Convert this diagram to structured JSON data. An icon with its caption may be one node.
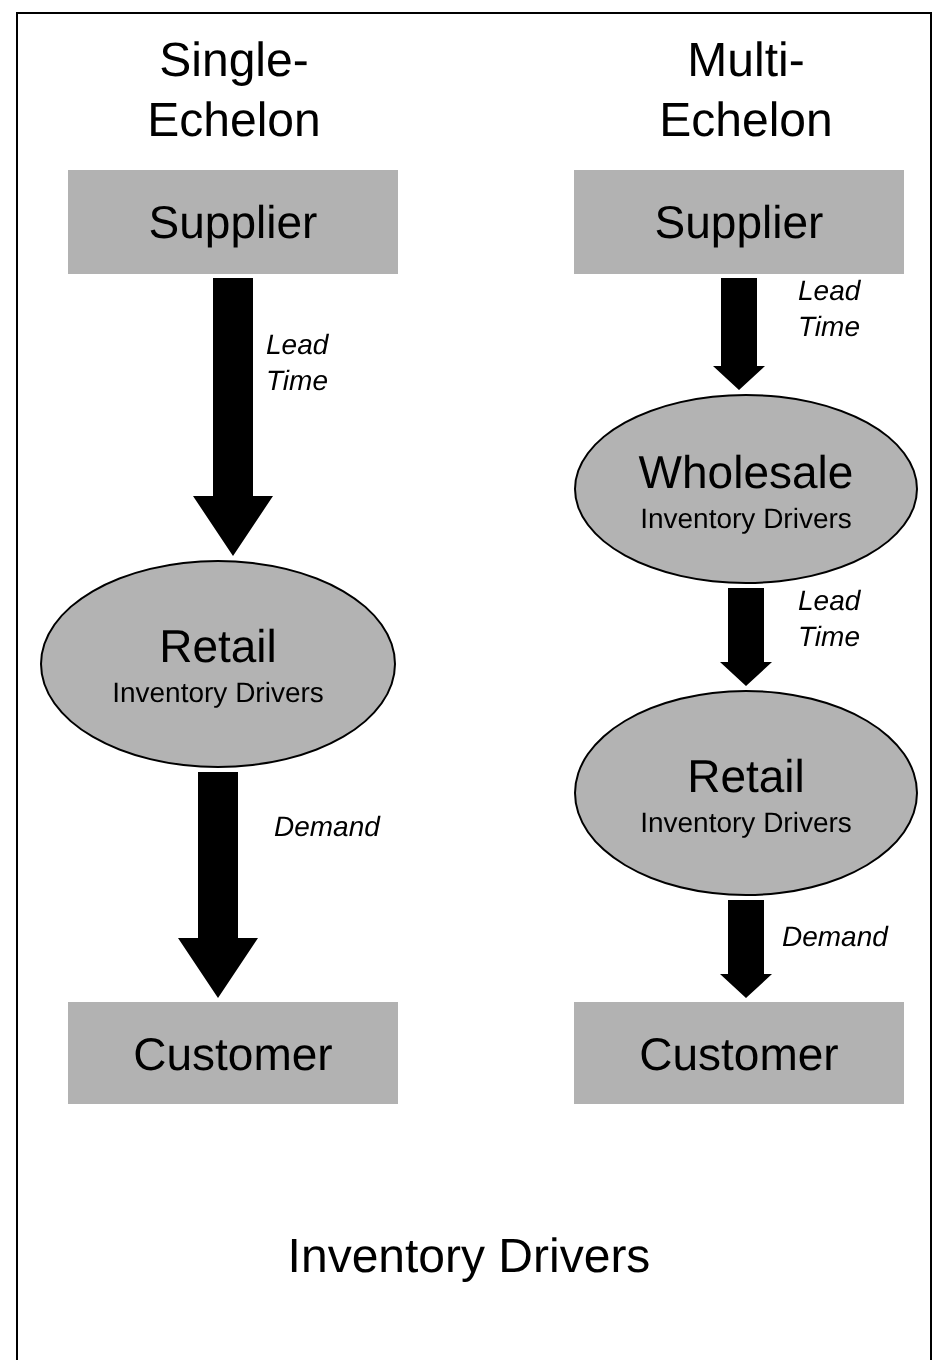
{
  "diagram": {
    "caption": "Inventory Drivers",
    "nodes": [
      {
        "text": [
          "Supplier"
        ]
      },
      {
        "text": [
          "Retail",
          "Inventory Drivers"
        ]
      },
      {
        "text": [
          "Customer"
        ]
      },
      {
        "text": [
          "Supplier"
        ]
      },
      {
        "text": [
          "Wholesale",
          "Inventory Drivers"
        ]
      },
      {
        "text": [
          "Retail",
          "Inventory Drivers"
        ]
      },
      {
        "text": [
          "Customer"
        ]
      }
    ],
    "edges": [
      {
        "from": 0,
        "to": 1,
        "arrow": "to",
        "label": "Lead Time",
        "style": "thick"
      },
      {
        "from": 1,
        "to": 2,
        "arrow": "to",
        "label": "Demand",
        "style": "thick"
      },
      {
        "from": 3,
        "to": 4,
        "arrow": "to",
        "label": "Lead Time",
        "style": "thick"
      },
      {
        "from": 4,
        "to": 5,
        "arrow": "to",
        "label": "Lead Time",
        "style": "thick"
      },
      {
        "from": 5,
        "to": 6,
        "arrow": "to",
        "label": "Demand",
        "style": "thick"
      }
    ],
    "labels": [
      "Single-Echelon",
      "Multi-Echelon"
    ]
  }
}
